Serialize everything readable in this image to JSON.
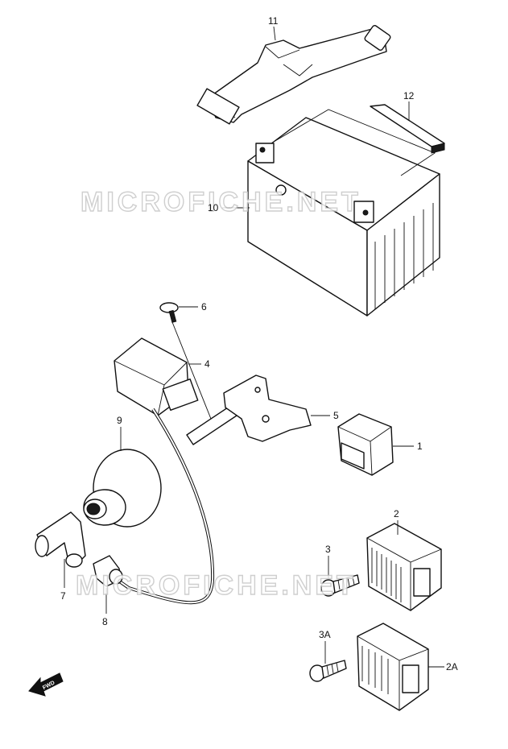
{
  "watermark": "MICROFICHE.NET",
  "fwd_label": "FWD",
  "callouts": {
    "c1": "1",
    "c2": "2",
    "c2A": "2A",
    "c3": "3",
    "c3A": "3A",
    "c4": "4",
    "c5": "5",
    "c6": "6",
    "c7": "7",
    "c8": "8",
    "c9": "9",
    "c10": "10",
    "c11": "11",
    "c12": "12"
  }
}
